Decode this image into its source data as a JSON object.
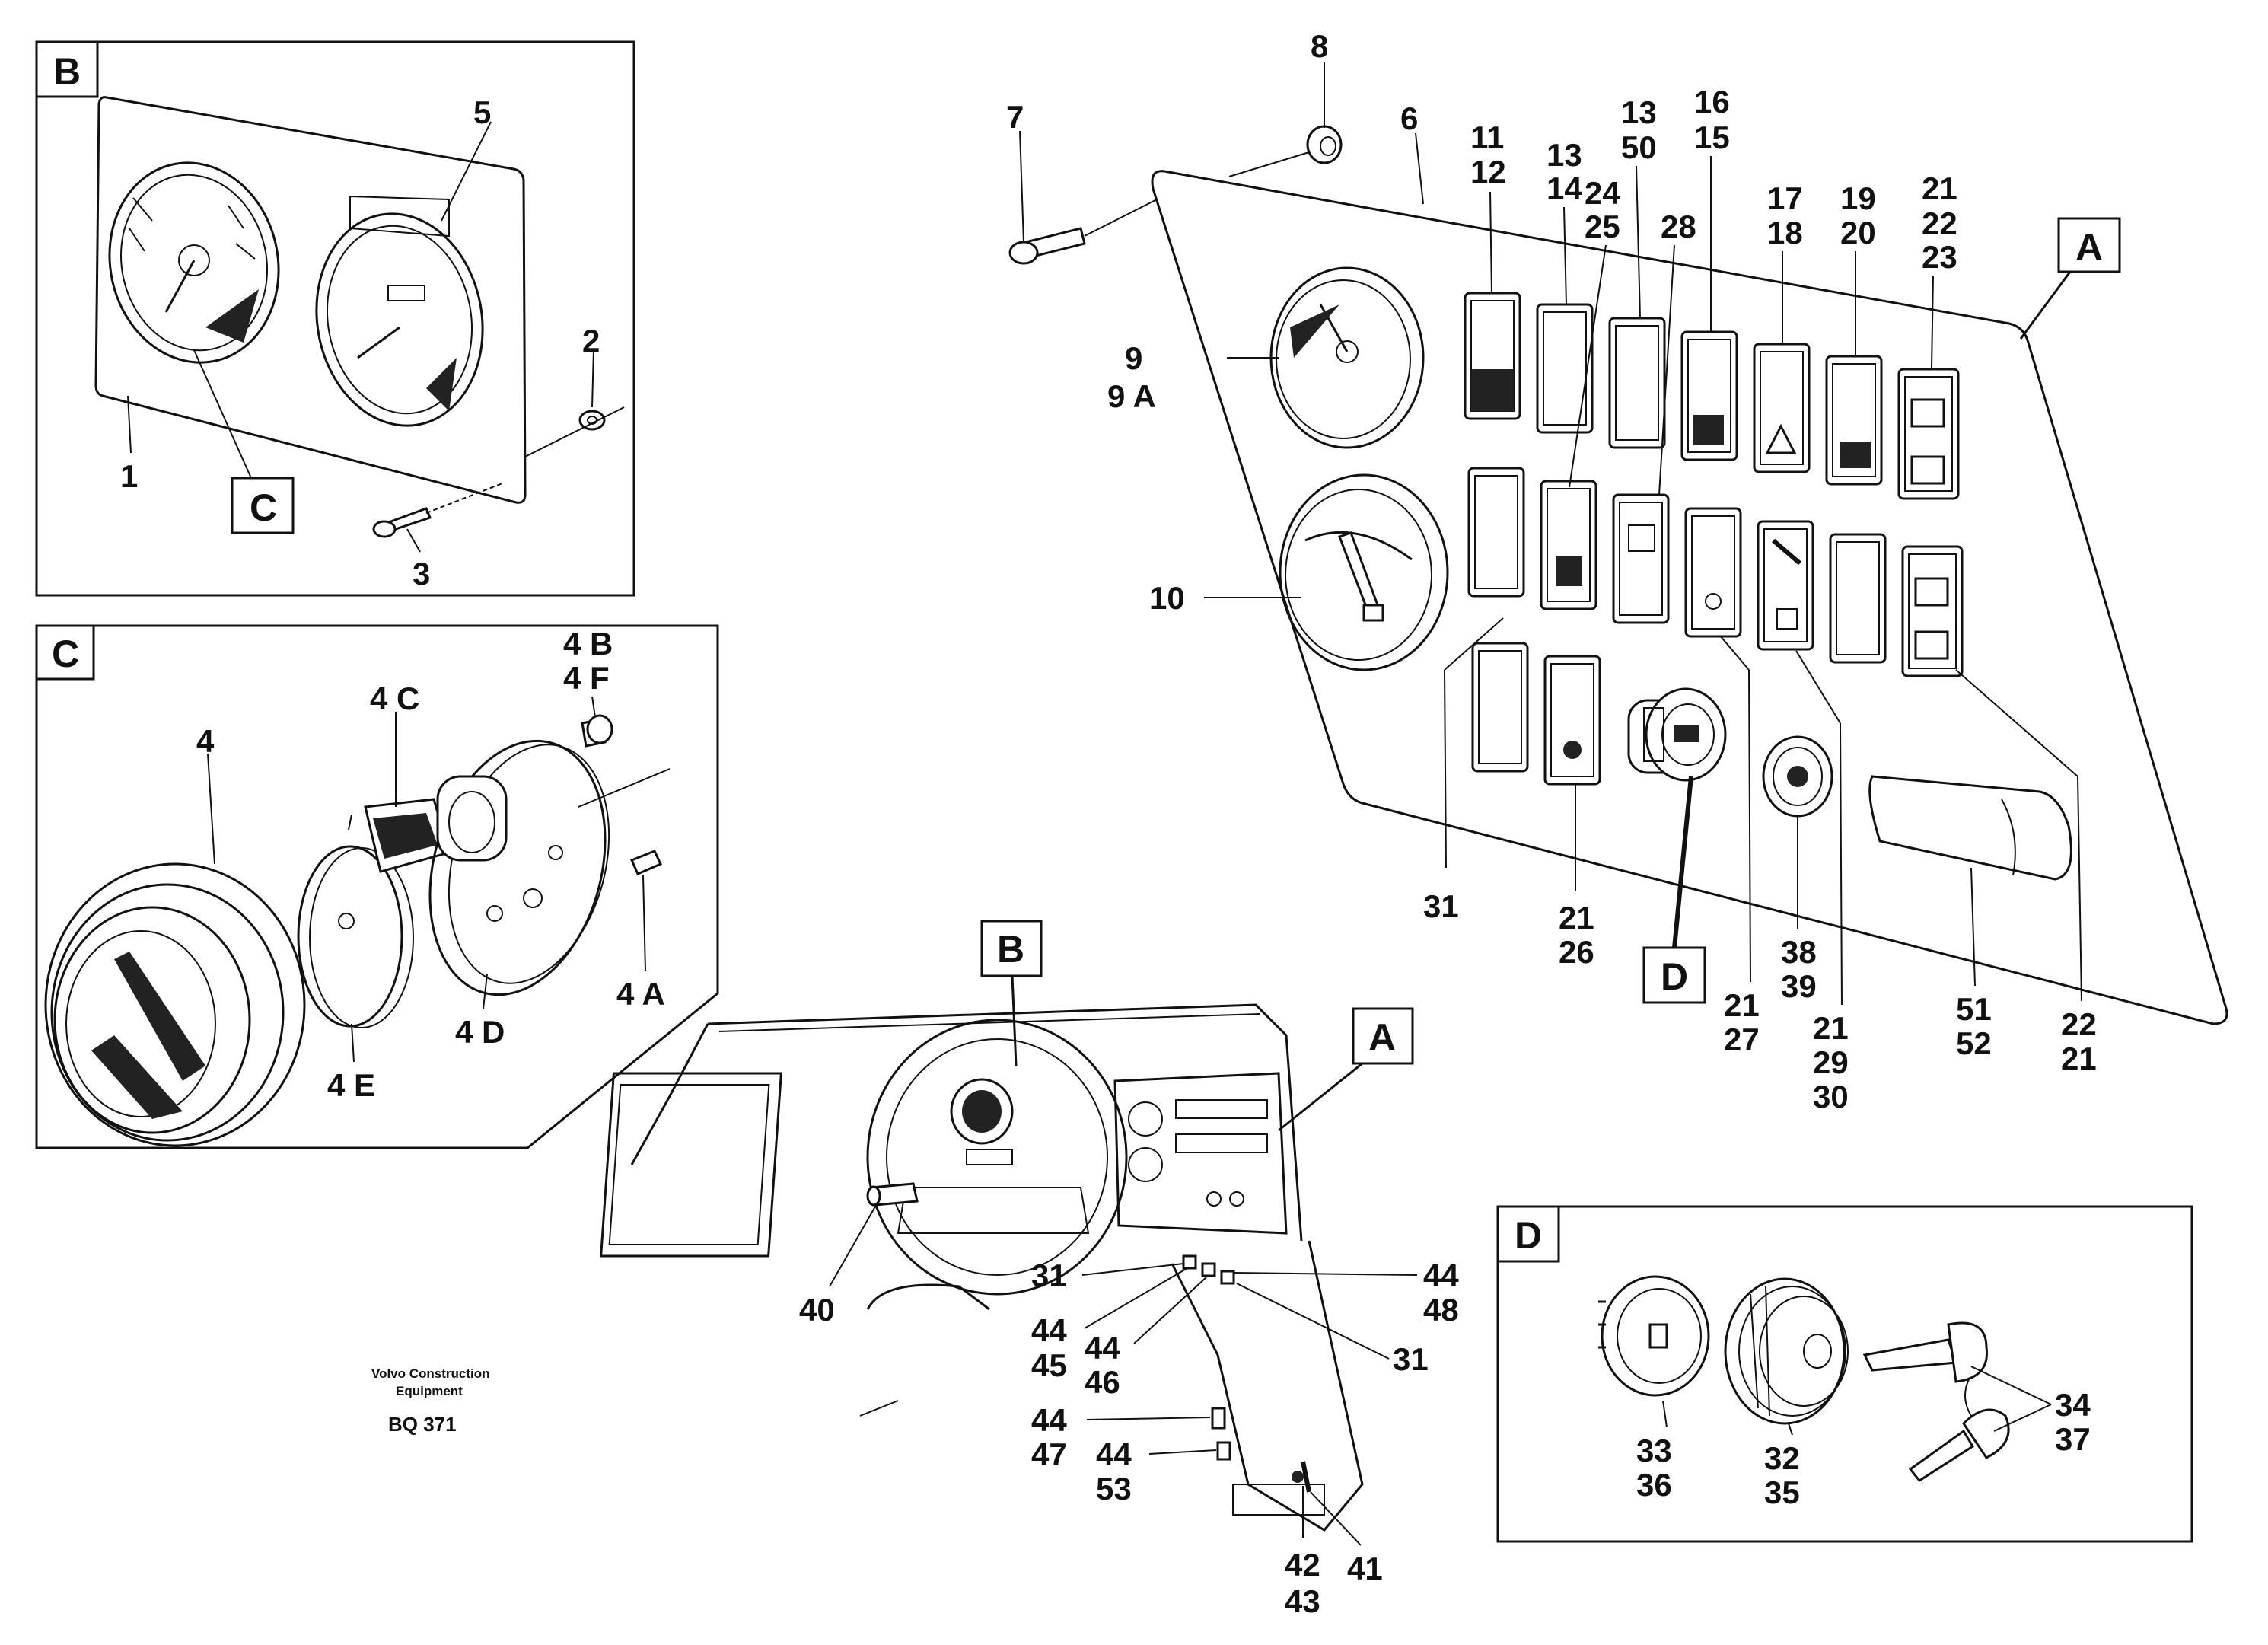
{
  "sections": {
    "B": "B",
    "C": "C",
    "A": "A",
    "D": "D",
    "B_callout": "B",
    "A_callout": "A",
    "C_callout": "C",
    "D_callout": "D"
  },
  "labels": {
    "l1": "1",
    "l2": "2",
    "l3": "3",
    "l5": "5",
    "l4": "4",
    "l4c": "4 C",
    "l4b": "4 B",
    "l4f": "4 F",
    "l4a": "4 A",
    "l4d": "4 D",
    "l4e": "4 E",
    "l7": "7",
    "l8": "8",
    "l6": "6",
    "l9": "9",
    "l9a": "9 A",
    "l10": "10",
    "l11": "11",
    "l12": "12",
    "l13a": "13",
    "l14": "14",
    "l13b": "13",
    "l50": "50",
    "l16": "16",
    "l15": "15",
    "l24": "24",
    "l25": "25",
    "l28": "28",
    "l17": "17",
    "l18": "18",
    "l19": "19",
    "l20": "20",
    "l21a": "21",
    "l22a": "22",
    "l23": "23",
    "l31a": "31",
    "l21b": "21",
    "l26": "26",
    "l21c": "21",
    "l27": "27",
    "l38": "38",
    "l39": "39",
    "l21d": "21",
    "l29": "29",
    "l30": "30",
    "l51": "51",
    "l52": "52",
    "l22b": "22",
    "l21e": "21",
    "l40": "40",
    "l31b": "31",
    "l31c": "31",
    "l44a": "44",
    "l48": "48",
    "l44b": "44",
    "l45": "45",
    "l44c": "44",
    "l46": "46",
    "l44d": "44",
    "l47": "47",
    "l44e": "44",
    "l53": "53",
    "l42": "42",
    "l43": "43",
    "l41": "41",
    "l33": "33",
    "l36": "36",
    "l32": "32",
    "l35": "35",
    "l34": "34",
    "l37": "37"
  },
  "footer": {
    "line1": "Volvo Construction",
    "line2": "Equipment",
    "code": "BQ 371"
  }
}
